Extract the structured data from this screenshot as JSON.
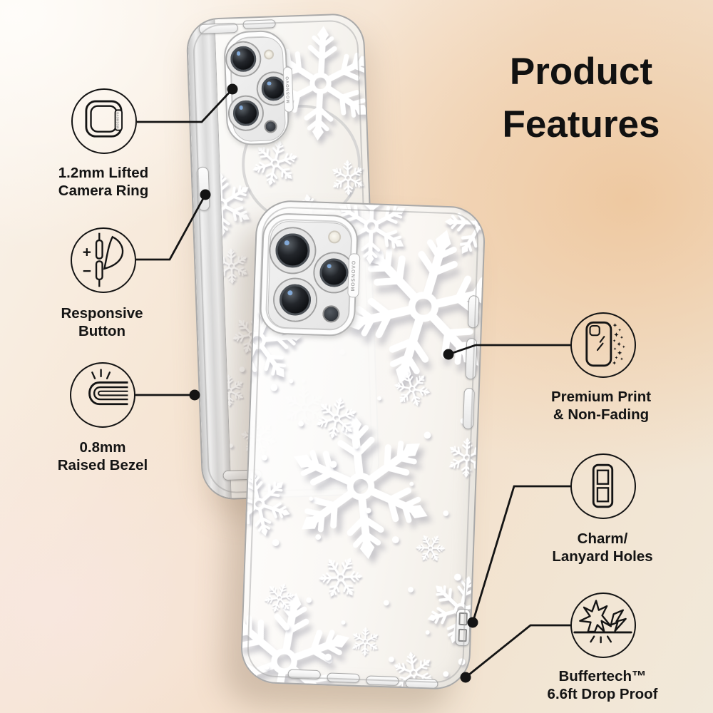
{
  "title": {
    "line1": "Product",
    "line2": "Features"
  },
  "brand": "MOSNOVO",
  "icon_glyphs": {
    "plus": "+",
    "minus": "−"
  },
  "features": [
    {
      "name": "lifted-camera-ring",
      "icon": "camera-ring-icon",
      "label_line1": "1.2mm Lifted",
      "label_line2": "Camera Ring"
    },
    {
      "name": "responsive-button",
      "icon": "responsive-button-icon",
      "label_line1": "Responsive",
      "label_line2": "Button"
    },
    {
      "name": "raised-bezel",
      "icon": "raised-bezel-icon",
      "label_line1": "0.8mm",
      "label_line2": "Raised Bezel"
    },
    {
      "name": "premium-print",
      "icon": "premium-print-icon",
      "label_line1": "Premium Print",
      "label_line2": "& Non-Fading"
    },
    {
      "name": "charm-lanyard-holes",
      "icon": "lanyard-holes-icon",
      "label_line1": "Charm/",
      "label_line2": "Lanyard Holes"
    },
    {
      "name": "drop-proof",
      "icon": "drop-proof-icon",
      "label_line1": "Buffertech™",
      "label_line2": "6.6ft Drop Proof"
    }
  ],
  "colors": {
    "ink": "#141414",
    "background_peach": "#f0d2b4",
    "background_cream": "#faf4ec",
    "snowflake": "#ffffff",
    "case_edge": "#a9a9a9"
  },
  "pattern": "white snowflakes on clear case"
}
